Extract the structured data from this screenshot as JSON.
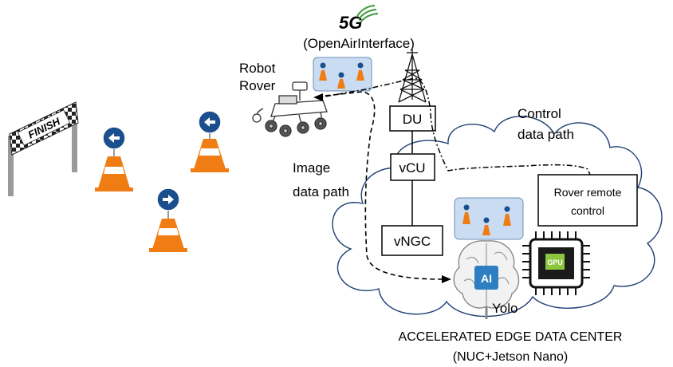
{
  "network": {
    "tech_logo": "5G",
    "tech_label": "(OpenAirInterface)",
    "tower_icon": "cell-tower-icon",
    "nodes": [
      "DU",
      "vCU",
      "vNGC"
    ]
  },
  "robot": {
    "label_line1": "Robot",
    "label_line2": "Rover",
    "icon": "robot-rover-icon"
  },
  "paths": {
    "control_line1": "Control",
    "control_line2": "data path",
    "image_line1": "Image",
    "image_line2": "data path"
  },
  "edge": {
    "remote_line1": "Rover remote",
    "remote_line2": "control",
    "gpu_chip_text": "GPU",
    "ai_chip_text": "AI",
    "model_label": "Yolo",
    "title_line1": "ACCELERATED EDGE DATA CENTER",
    "title_line2": "(NUC+Jetson Nano)"
  },
  "track": {
    "finish_text": "FINISH"
  },
  "colors": {
    "cone_orange": "#f07d14",
    "sign_blue": "#1a4e8c",
    "panel_blue": "#c9dcf1",
    "signal_green": "#3c9a3c"
  }
}
